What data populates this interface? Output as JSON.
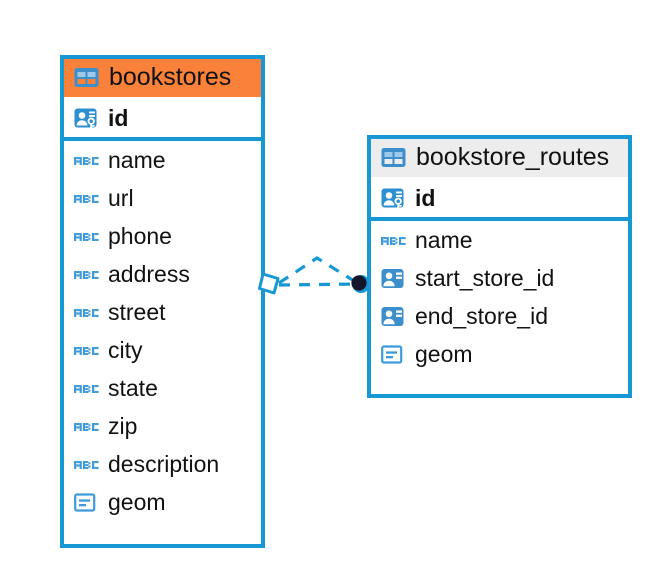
{
  "diagram": {
    "type": "entity-relationship-diagram",
    "background_color": "#FFFFFF",
    "accent_color": "#1798D5",
    "highlight_color": "#F9813A",
    "header_plain_color": "#EDEDED",
    "entities": [
      {
        "id": "bookstores",
        "name": "bookstores",
        "header_style": "accent",
        "table_icon": "table-grid-icon",
        "fields": [
          {
            "name": "id",
            "icon": "primary-key-icon",
            "key": "primary"
          },
          {
            "name": "name",
            "icon": "abc-text-icon",
            "key": "none"
          },
          {
            "name": "url",
            "icon": "abc-text-icon",
            "key": "none"
          },
          {
            "name": "phone",
            "icon": "abc-text-icon",
            "key": "none"
          },
          {
            "name": "address",
            "icon": "abc-text-icon",
            "key": "none"
          },
          {
            "name": "street",
            "icon": "abc-text-icon",
            "key": "none"
          },
          {
            "name": "city",
            "icon": "abc-text-icon",
            "key": "none"
          },
          {
            "name": "state",
            "icon": "abc-text-icon",
            "key": "none"
          },
          {
            "name": "zip",
            "icon": "abc-text-icon",
            "key": "none"
          },
          {
            "name": "description",
            "icon": "abc-text-icon",
            "key": "none"
          },
          {
            "name": "geom",
            "icon": "geometry-icon",
            "key": "none"
          }
        ]
      },
      {
        "id": "bookstore_routes",
        "name": "bookstore_routes",
        "header_style": "plain",
        "table_icon": "table-grid-icon",
        "fields": [
          {
            "name": "id",
            "icon": "primary-key-icon",
            "key": "primary"
          },
          {
            "name": "name",
            "icon": "abc-text-icon",
            "key": "none"
          },
          {
            "name": "start_store_id",
            "icon": "foreign-key-icon",
            "key": "foreign"
          },
          {
            "name": "end_store_id",
            "icon": "foreign-key-icon",
            "key": "foreign"
          },
          {
            "name": "geom",
            "icon": "geometry-icon",
            "key": "none"
          }
        ]
      }
    ],
    "relationship": {
      "from_entity": "bookstores",
      "to_entity": "bookstore_routes",
      "line_style": "dashed",
      "line_color": "#1798D5",
      "source_marker": "diamond-marker",
      "target_marker": "filled-circle-marker",
      "target_marker_color": "#1A1A2E"
    }
  }
}
